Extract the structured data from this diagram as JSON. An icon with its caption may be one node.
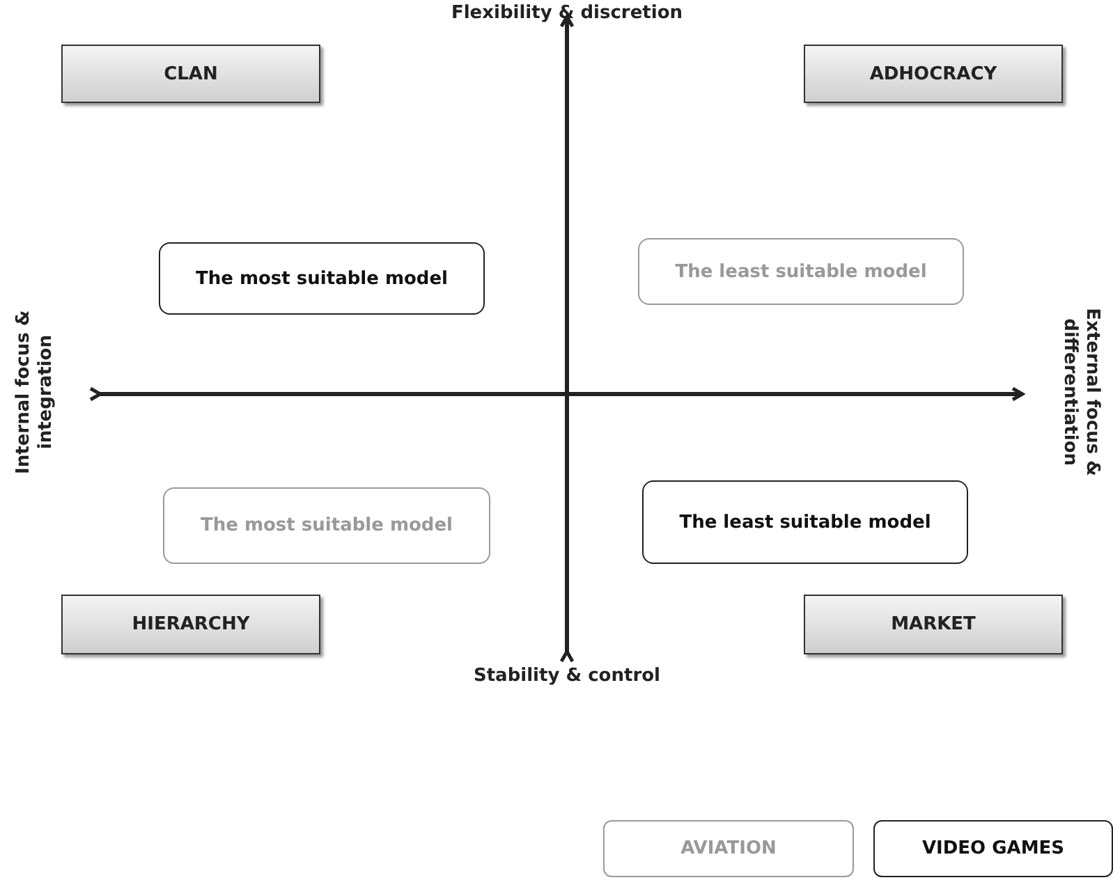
{
  "diagram": {
    "nodes": [
      {
        "text": [
          "CLAN"
        ]
      },
      {
        "text": [
          "ADHOCRACY"
        ]
      },
      {
        "text": [
          "The most suitable model"
        ]
      },
      {
        "text": [
          "The least suitable model"
        ]
      },
      {
        "text": [
          "The most suitable model"
        ]
      },
      {
        "text": [
          "The least suitable model"
        ]
      },
      {
        "text": [
          "HIERARCHY"
        ]
      },
      {
        "text": [
          "MARKET"
        ]
      },
      {
        "text": [
          "AVIATION"
        ]
      },
      {
        "text": [
          "VIDEO GAMES"
        ]
      }
    ],
    "labels": [
      "Flexibility & discretion",
      "Internal focus & integration",
      "External focus & differentiation",
      "Stability & control"
    ]
  }
}
